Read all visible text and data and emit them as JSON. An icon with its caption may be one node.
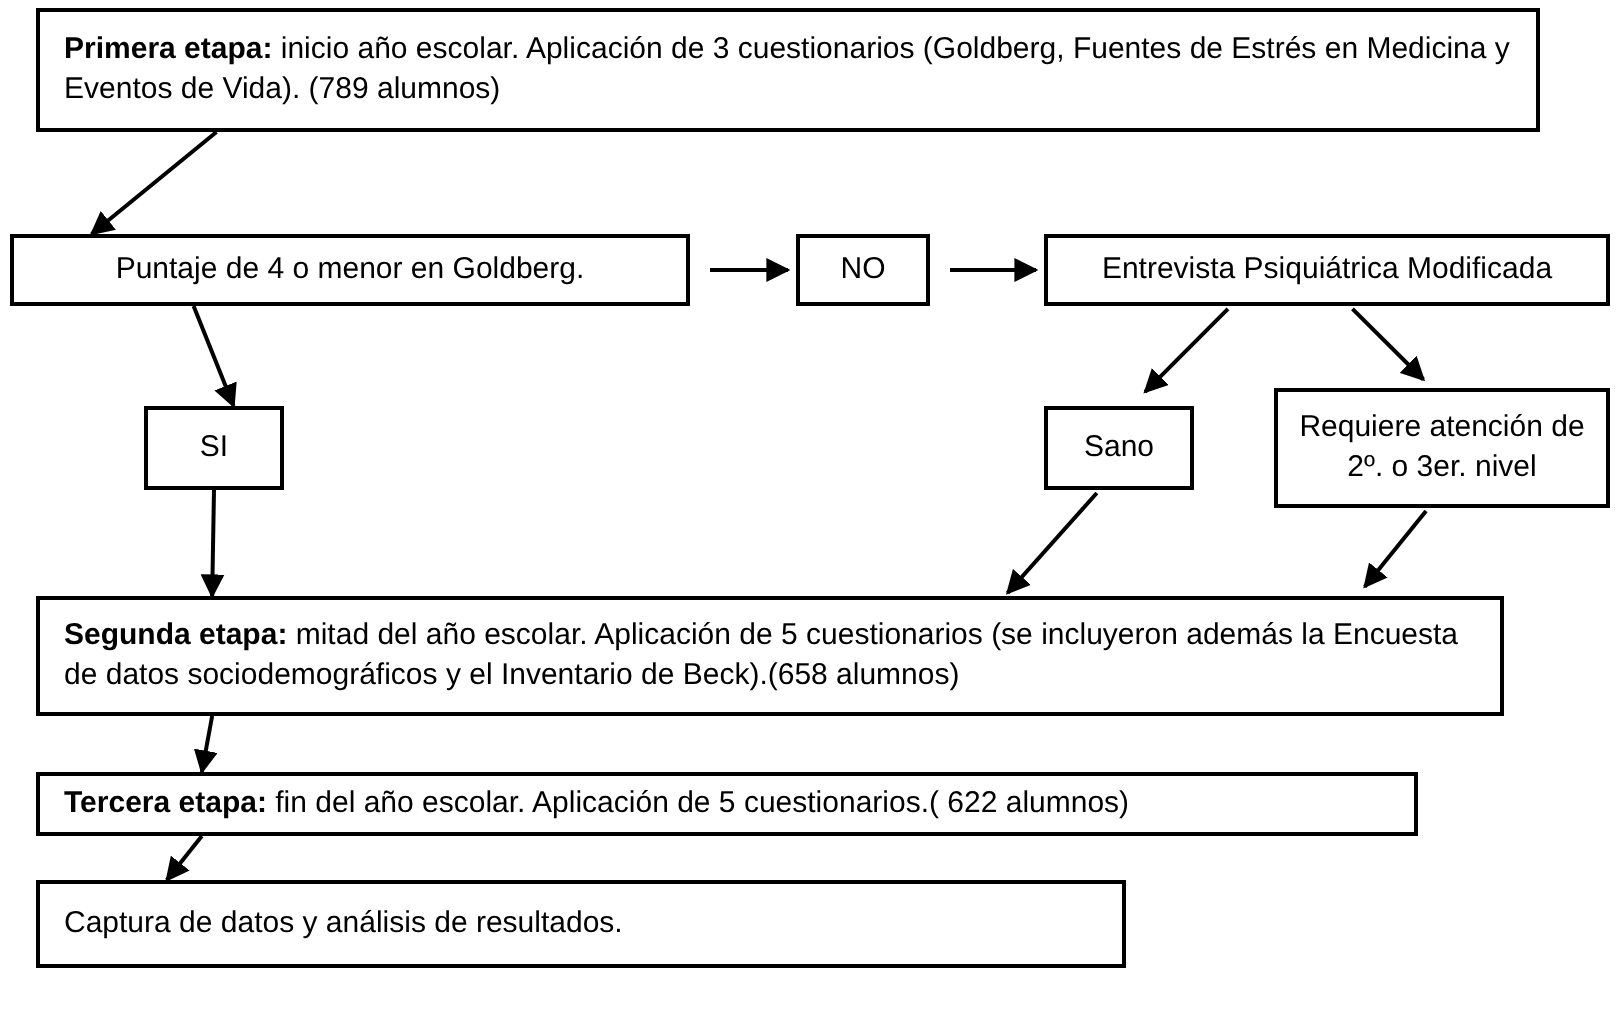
{
  "diagram": {
    "nodes": [
      {
        "text": [
          "**Primera etapa:** inicio año escolar. Aplicación de 3 cuestionarios (Goldberg, Fuentes de Estrés en Medicina y Eventos de Vida). (789 alumnos)"
        ]
      },
      {
        "text": [
          "Puntaje de 4 o menor en Goldberg."
        ]
      },
      {
        "text": [
          "NO"
        ]
      },
      {
        "text": [
          "Entrevista Psiquiátrica Modificada"
        ]
      },
      {
        "text": [
          "SI"
        ]
      },
      {
        "text": [
          "Sano"
        ]
      },
      {
        "text": [
          "Requiere atención de 2º. o 3er. nivel"
        ]
      },
      {
        "text": [
          "**Segunda etapa:** mitad del año escolar. Aplicación de 5 cuestionarios (se incluyeron además la Encuesta de datos sociodemográficos y el Inventario de Beck).(658 alumnos)"
        ]
      },
      {
        "text": [
          "**Tercera etapa:** fin del año escolar. Aplicación de 5 cuestionarios.( 622 alumnos)"
        ]
      },
      {
        "text": [
          "Captura de datos y análisis de resultados."
        ]
      }
    ],
    "edges": [
      {
        "from": 0,
        "to": 1,
        "arrow": "to"
      },
      {
        "from": 1,
        "to": 2,
        "arrow": "to"
      },
      {
        "from": 2,
        "to": 3,
        "arrow": "to"
      },
      {
        "from": 3,
        "to": 5,
        "arrow": "to"
      },
      {
        "from": 3,
        "to": 6,
        "arrow": "to"
      },
      {
        "from": 1,
        "to": 4,
        "arrow": "to"
      },
      {
        "from": 4,
        "to": 7,
        "arrow": "to"
      },
      {
        "from": 5,
        "to": 7,
        "arrow": "to"
      },
      {
        "from": 6,
        "to": 7,
        "arrow": "to"
      },
      {
        "from": 7,
        "to": 8,
        "arrow": "to"
      },
      {
        "from": 8,
        "to": 9,
        "arrow": "to"
      }
    ]
  }
}
